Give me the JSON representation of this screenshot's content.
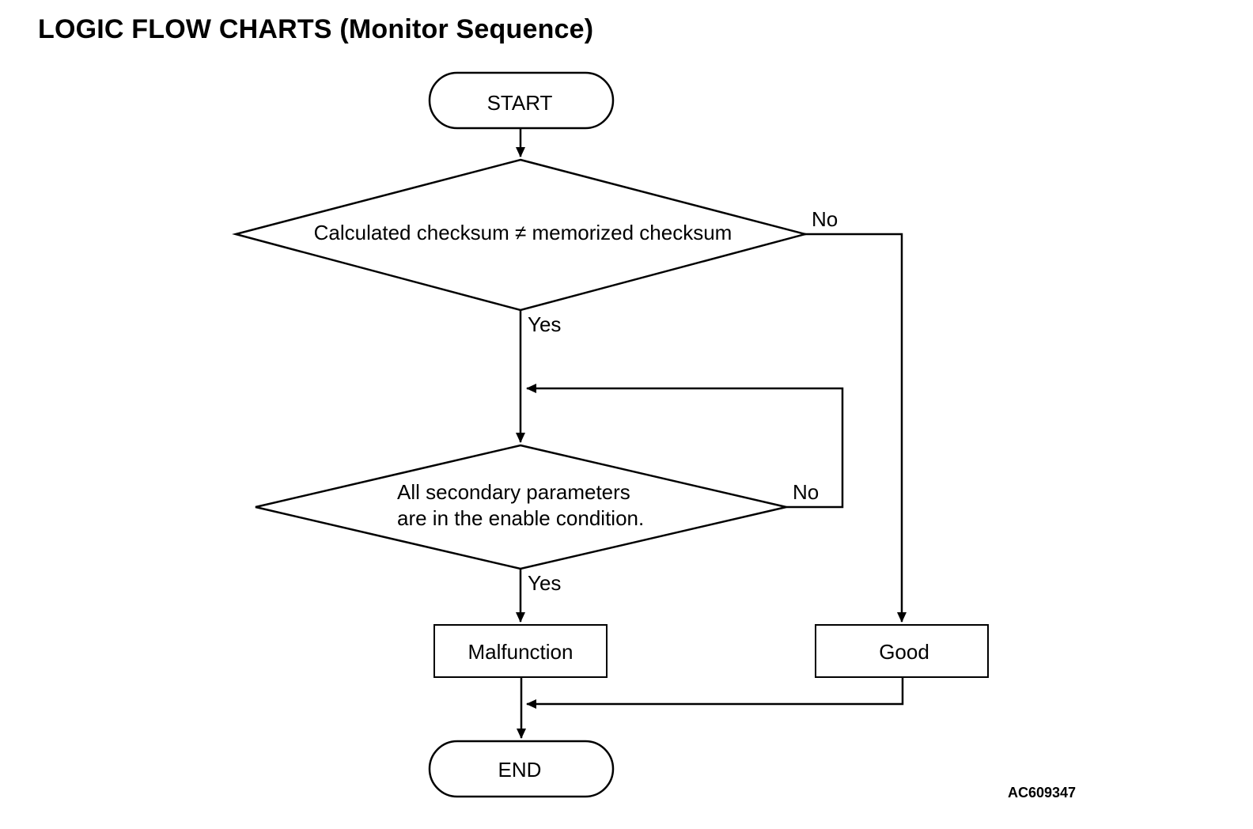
{
  "title": "LOGIC FLOW CHARTS (Monitor Sequence)",
  "nodes": {
    "start": "START",
    "decision1": "Calculated checksum ≠ memorized checksum",
    "decision2_line1": "All secondary parameters",
    "decision2_line2": "are in the enable condition.",
    "malfunction": "Malfunction",
    "good": "Good",
    "end": "END"
  },
  "edges": {
    "d1_no": "No",
    "d1_yes": "Yes",
    "d2_no": "No",
    "d2_yes": "Yes"
  },
  "figure_id": "AC609347"
}
